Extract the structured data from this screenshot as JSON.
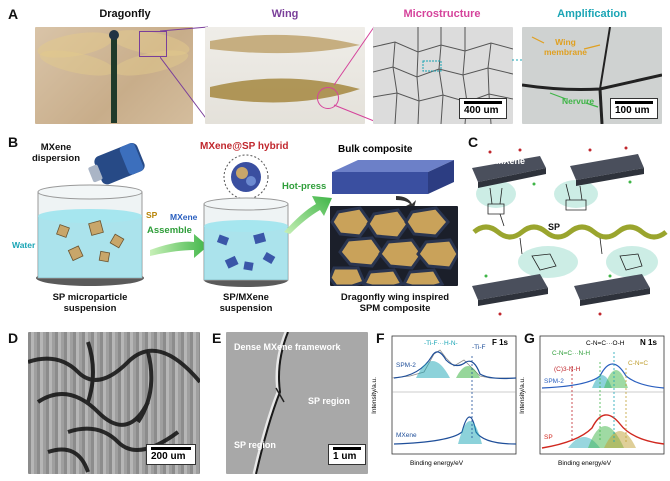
{
  "panel_labels": {
    "a": "A",
    "b": "B",
    "c": "C",
    "d": "D",
    "e": "E",
    "f": "F",
    "g": "G"
  },
  "panel_a": {
    "titles": {
      "dragonfly": "Dragonfly",
      "wing": "Wing",
      "microstructure": "Microstructure",
      "amplification": "Amplification"
    },
    "title_colors": {
      "dragonfly": "#111111",
      "wing": "#7a3f9a",
      "microstructure": "#d5439b",
      "amplification": "#1aa5b5"
    },
    "scale_bars": {
      "micro": "400 um",
      "amp": "100 um"
    },
    "annotations": {
      "wing_membrane_line1": "Wing",
      "wing_membrane_line2": "membrane",
      "nervure": "Nervure"
    }
  },
  "panel_b": {
    "mxene_dispersion_line1": "MXene",
    "mxene_dispersion_line2": "dispersion",
    "sp_label": "SP",
    "water_label": "Water",
    "assemble_label": "Assemble",
    "hybrid_label": "MXene@SP hybrid",
    "mxene_label": "MXene",
    "hotpress_label": "Hot-press",
    "bulk_label": "Bulk composite",
    "caption1_line1": "SP microparticle",
    "caption1_line2": "suspension",
    "caption2_line1": "SP/MXene",
    "caption2_line2": "suspension",
    "caption3_line1": "Dragonfly wing inspired",
    "caption3_line2": "SPM composite"
  },
  "panel_c": {
    "mxene_label": "MXene",
    "sp_label": "SP"
  },
  "panel_d": {
    "scale": "200 um"
  },
  "panel_e": {
    "dense_label": "Dense  MXene framework",
    "sp_region_right": "SP region",
    "sp_region_left": "SP region",
    "scale": "1 um"
  },
  "panel_f": {
    "corner": "F 1s",
    "ylabel": "Intensity/a.u.",
    "xlabel": "Binding energy/eV",
    "peak_labels": {
      "tifn": "-Ti-F···H-N-",
      "tif": "-Ti-F"
    },
    "series_labels": {
      "top": "SPM-2",
      "bottom": "MXene"
    },
    "colors": {
      "raw": "#8a8a8a",
      "fit": "#1f4f9a",
      "peak1": "#1aa5b5",
      "peak2": "#3fb547",
      "dash": "#1f4f9a"
    }
  },
  "panel_g": {
    "corner": "N 1s",
    "ylabel": "Intensity/a.u.",
    "xlabel": "Binding energy/eV",
    "peak_labels": {
      "cnc": "C-N=C···O-H",
      "cnh": "C-N=C···N-H",
      "c3nh": "(C)3-N-H",
      "cn": "C-N=C"
    },
    "series_labels": {
      "top": "SPM-2",
      "bottom": "SP"
    },
    "colors": {
      "top_fit": "#2a5fbf",
      "bottom_fit": "#d0281f",
      "peak1": "#1aa5b5",
      "peak2": "#3fb547",
      "peak3": "#c0a032"
    }
  }
}
